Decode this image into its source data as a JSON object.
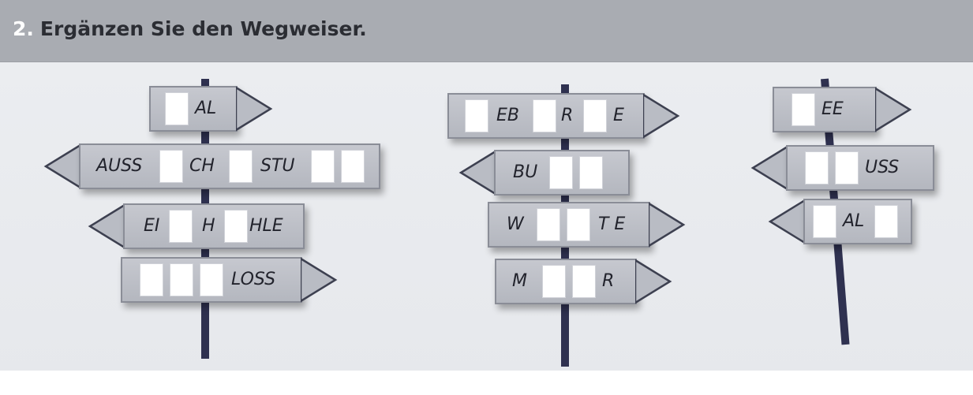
{
  "exercise": {
    "number": "2.",
    "title": "Ergänzen Sie den Wegweiser."
  },
  "signposts": [
    {
      "name": "left",
      "signs": [
        {
          "direction": "right",
          "parts": [
            "AL"
          ]
        },
        {
          "direction": "left",
          "parts": [
            "AUSS",
            "CH",
            "STU"
          ]
        },
        {
          "direction": "left",
          "parts": [
            "EI",
            "H",
            "HLE"
          ]
        },
        {
          "direction": "right",
          "parts": [
            "LOSS"
          ]
        }
      ]
    },
    {
      "name": "middle",
      "signs": [
        {
          "direction": "right",
          "parts": [
            "EB",
            "R",
            "E"
          ]
        },
        {
          "direction": "left",
          "parts": [
            "BU"
          ]
        },
        {
          "direction": "right",
          "parts": [
            "W",
            "T E"
          ]
        },
        {
          "direction": "right",
          "parts": [
            "M",
            "R"
          ]
        }
      ]
    },
    {
      "name": "right",
      "signs": [
        {
          "direction": "right",
          "parts": [
            "EE"
          ]
        },
        {
          "direction": "left",
          "parts": [
            "USS"
          ]
        },
        {
          "direction": "left",
          "parts": [
            "AL"
          ]
        }
      ]
    }
  ]
}
